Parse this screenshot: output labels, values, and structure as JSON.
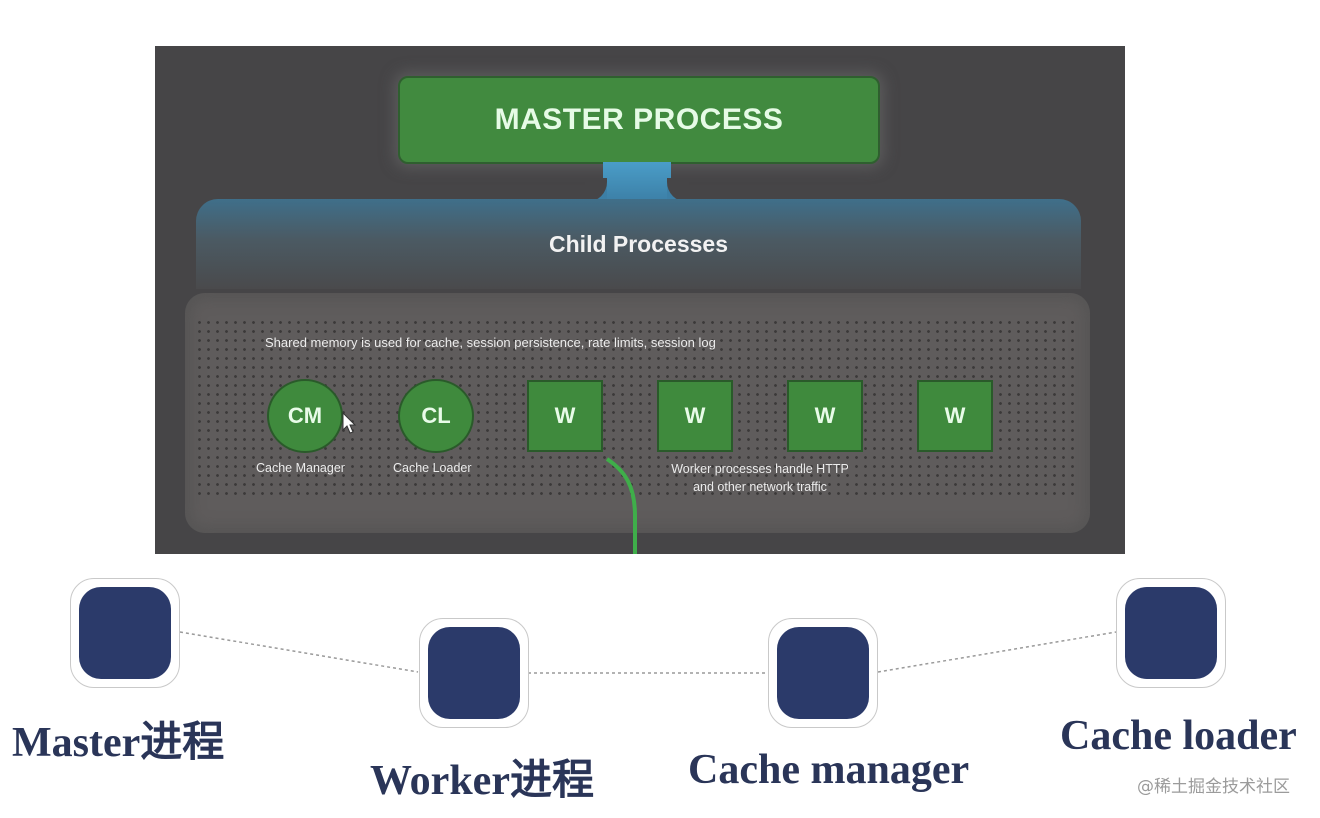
{
  "panel": {
    "master_title": "MASTER PROCESS",
    "child_title": "Child Processes",
    "shared_memory_text": "Shared memory is used for cache, session persistence, rate limits, session log",
    "nodes": [
      {
        "abbr": "CM",
        "label": "Cache Manager",
        "shape": "circle"
      },
      {
        "abbr": "CL",
        "label": "Cache Loader",
        "shape": "circle"
      },
      {
        "abbr": "W",
        "shape": "square"
      },
      {
        "abbr": "W",
        "shape": "square"
      },
      {
        "abbr": "W",
        "shape": "square"
      },
      {
        "abbr": "W",
        "shape": "square"
      }
    ],
    "worker_note_line1": "Worker processes handle HTTP",
    "worker_note_line2": "and other network traffic",
    "colors": {
      "green": "#418a3f",
      "blue": "#4a9dc8",
      "background": "#464547"
    }
  },
  "diagram": {
    "nodes": [
      {
        "label": "Master进程"
      },
      {
        "label": "Worker进程"
      },
      {
        "label": "Cache manager"
      },
      {
        "label": "Cache loader"
      }
    ],
    "node_color": "#2b3a6a",
    "label_color": "#2a3558"
  },
  "watermark": "@稀土掘金技术社区"
}
